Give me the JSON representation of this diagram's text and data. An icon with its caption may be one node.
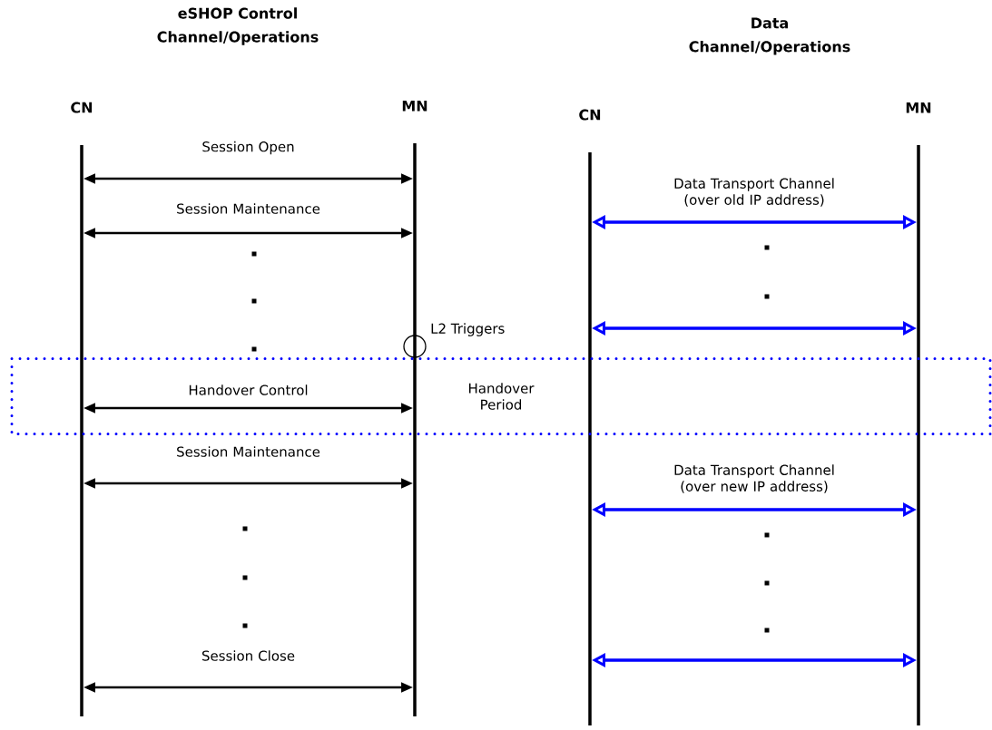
{
  "diagram": {
    "nodes": [
      {
        "text": [
          "CN"
        ]
      },
      {
        "text": [
          "MN"
        ]
      },
      {
        "text": [
          "CN"
        ]
      },
      {
        "text": [
          "MN"
        ]
      },
      {
        "text": [],
        "shape": "circle",
        "beside": [
          "L2 Triggers"
        ]
      },
      {
        "text": [
          "Handover Period"
        ]
      }
    ],
    "edges": [
      {
        "from": 0,
        "to": 1,
        "arrow": "both",
        "label": "Session Open"
      },
      {
        "from": 0,
        "to": 1,
        "arrow": "both",
        "label": "Session Maintenance"
      },
      {
        "from": 0,
        "to": 1,
        "arrow": "both",
        "label": "Handover Control"
      },
      {
        "from": 0,
        "to": 1,
        "arrow": "both",
        "label": "Session Maintenance"
      },
      {
        "from": 0,
        "to": 1,
        "arrow": "both",
        "label": "Session Close"
      },
      {
        "from": 2,
        "to": 3,
        "arrow": "both",
        "label": "Data Transport Channel (over old IP address)",
        "color": "#0000ff"
      },
      {
        "from": 2,
        "to": 3,
        "arrow": "both",
        "color": "#0000ff"
      },
      {
        "from": 2,
        "to": 3,
        "arrow": "both",
        "label": "Data Transport Channel (over new IP address)",
        "color": "#0000ff"
      },
      {
        "from": 2,
        "to": 3,
        "arrow": "both",
        "color": "#0000ff"
      }
    ],
    "labels": [
      "eSHOP Control Channel/Operations",
      "Data Channel/Operations"
    ]
  }
}
